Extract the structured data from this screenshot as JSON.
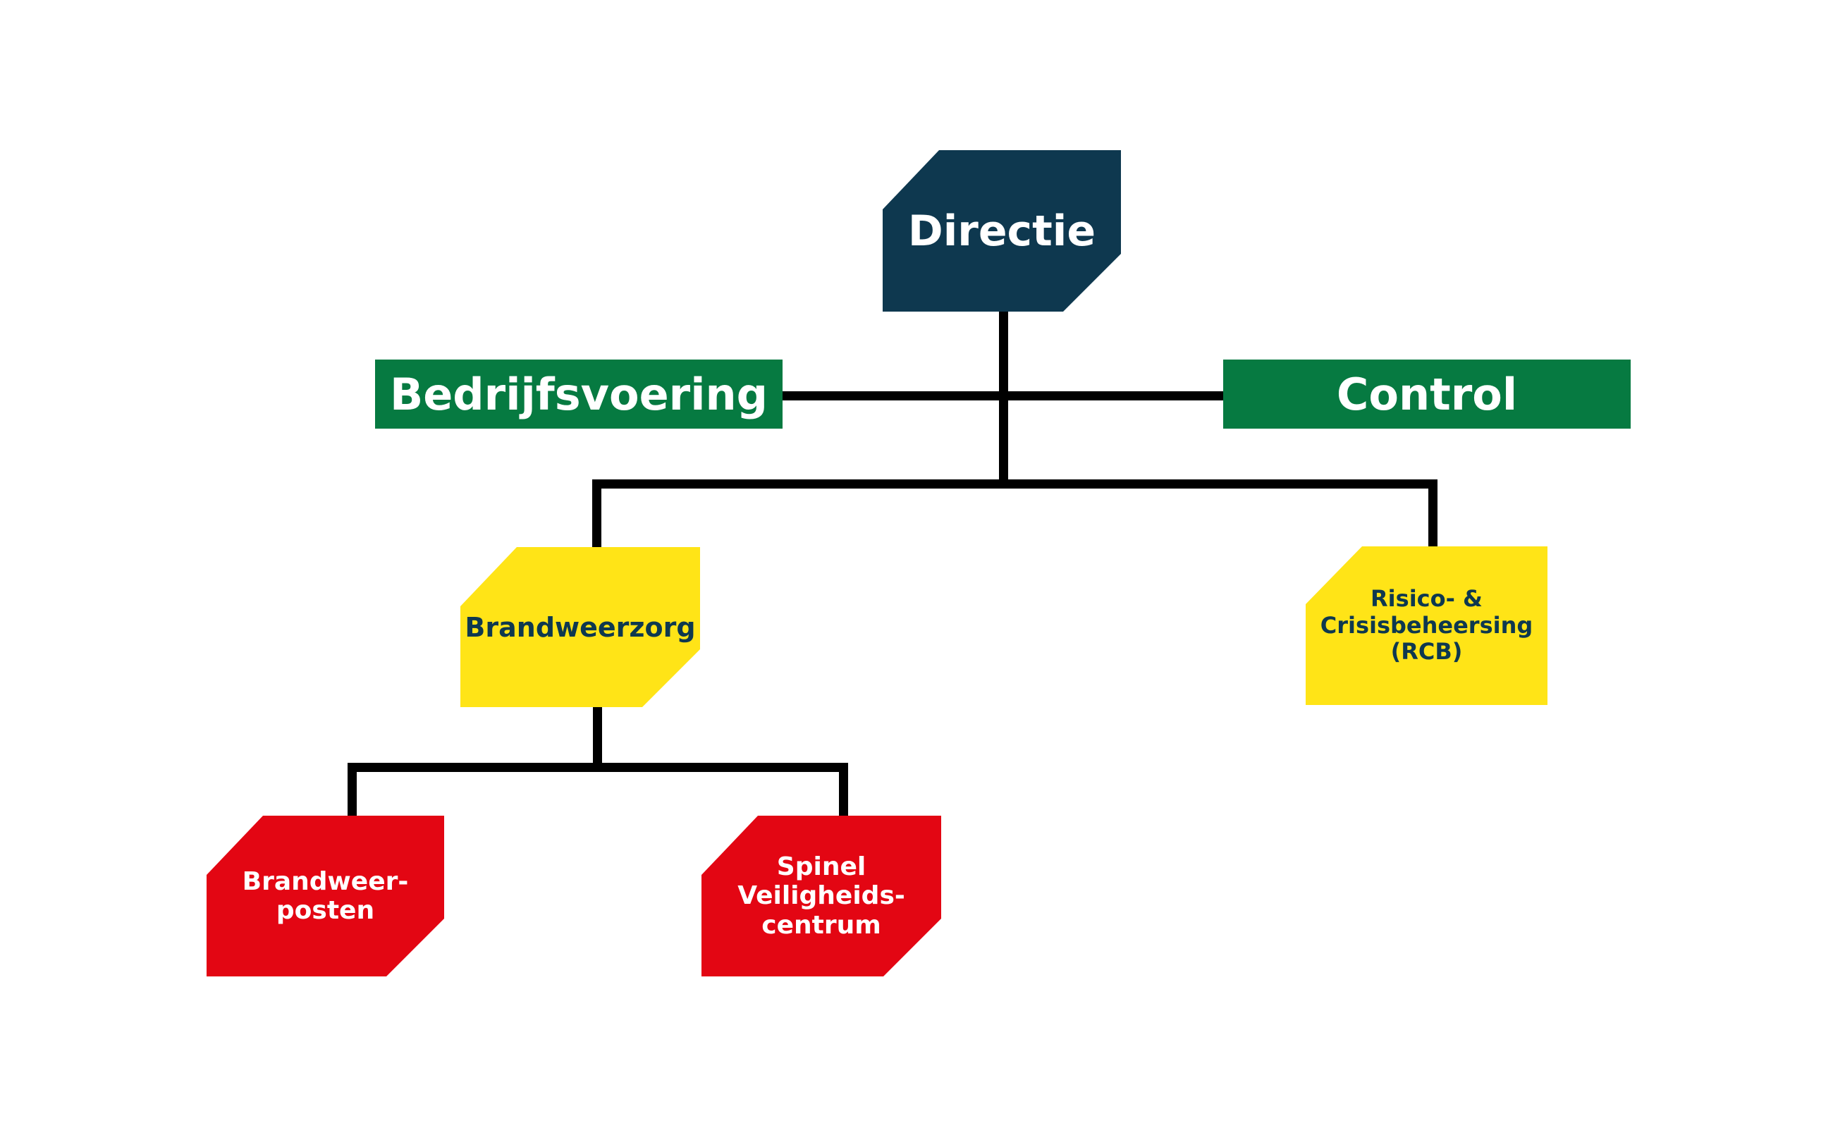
{
  "page": {
    "background": "#ffffff",
    "type": "organization-chart"
  },
  "palette": {
    "navy": "#0e384f",
    "green": "#067a41",
    "yellow": "#ffe417",
    "red": "#e30613",
    "connector_line": "#000000",
    "text_on_dark": "#ffffff",
    "text_on_yellow": "#0e384f"
  },
  "org_chart": {
    "nodes": {
      "directie": {
        "label": "Directie",
        "color": "#0e384f",
        "text_color": "#ffffff",
        "shape": "rectangle-cut-topleft-bottomright",
        "level": 1
      },
      "bedrijfsvoering": {
        "label": "Bedrijfsvoering",
        "color": "#067a41",
        "text_color": "#ffffff",
        "shape": "rectangle",
        "level": 2
      },
      "control": {
        "label": "Control",
        "color": "#067a41",
        "text_color": "#ffffff",
        "shape": "rectangle",
        "level": 2
      },
      "brandweerzorg": {
        "label": "Brandweerzorg",
        "color": "#ffe417",
        "text_color": "#0e384f",
        "shape": "rectangle-cut-topleft-bottomright",
        "level": 3
      },
      "rcb": {
        "label": "Risico- &\nCrisisbeheersing\n(RCB)",
        "color": "#ffe417",
        "text_color": "#0e384f",
        "shape": "rectangle-cut-topleft",
        "level": 3
      },
      "brandweerposten": {
        "label": "Brandweer-\nposten",
        "color": "#e30613",
        "text_color": "#ffffff",
        "shape": "rectangle-cut-topleft-bottomright",
        "level": 4
      },
      "spinel": {
        "label": "Spinel\nVeiligheids-\ncentrum",
        "color": "#e30613",
        "text_color": "#ffffff",
        "shape": "rectangle-cut-topleft-bottomright",
        "level": 4
      }
    },
    "edges": [
      {
        "from": "directie",
        "to": "bedrijfsvoering",
        "type": "staff"
      },
      {
        "from": "directie",
        "to": "control",
        "type": "staff"
      },
      {
        "from": "directie",
        "to": "brandweerzorg",
        "type": "line"
      },
      {
        "from": "directie",
        "to": "rcb",
        "type": "line"
      },
      {
        "from": "brandweerzorg",
        "to": "brandweerposten",
        "type": "line"
      },
      {
        "from": "brandweerzorg",
        "to": "spinel",
        "type": "line"
      }
    ]
  }
}
